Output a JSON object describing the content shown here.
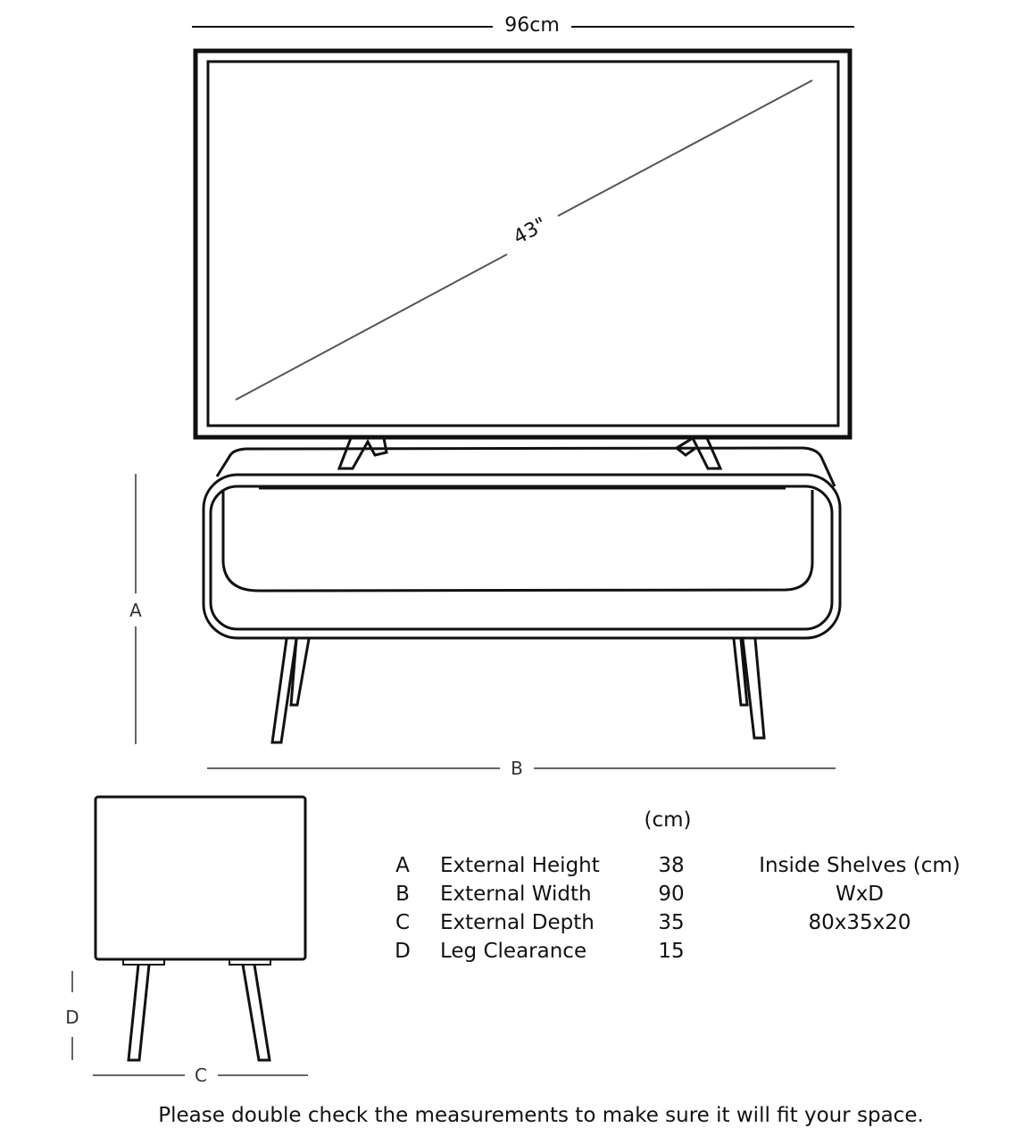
{
  "tv": {
    "width_label": "96cm",
    "diagonal_label": "43\""
  },
  "dimension_letters": {
    "a": "A",
    "b": "B",
    "c": "C",
    "d": "D"
  },
  "table": {
    "unit_header": "(cm)",
    "rows": [
      {
        "letter": "A",
        "label": "External Height",
        "value": "38"
      },
      {
        "letter": "B",
        "label": "External Width",
        "value": "90"
      },
      {
        "letter": "C",
        "label": "External Depth",
        "value": "35"
      },
      {
        "letter": "D",
        "label": "Leg Clearance",
        "value": "15"
      }
    ],
    "inside_shelves": {
      "title": "Inside Shelves (cm)",
      "format": "WxD",
      "value": "80x35x20"
    }
  },
  "footer_note": "Please double check the measurements to make sure it will fit your space."
}
